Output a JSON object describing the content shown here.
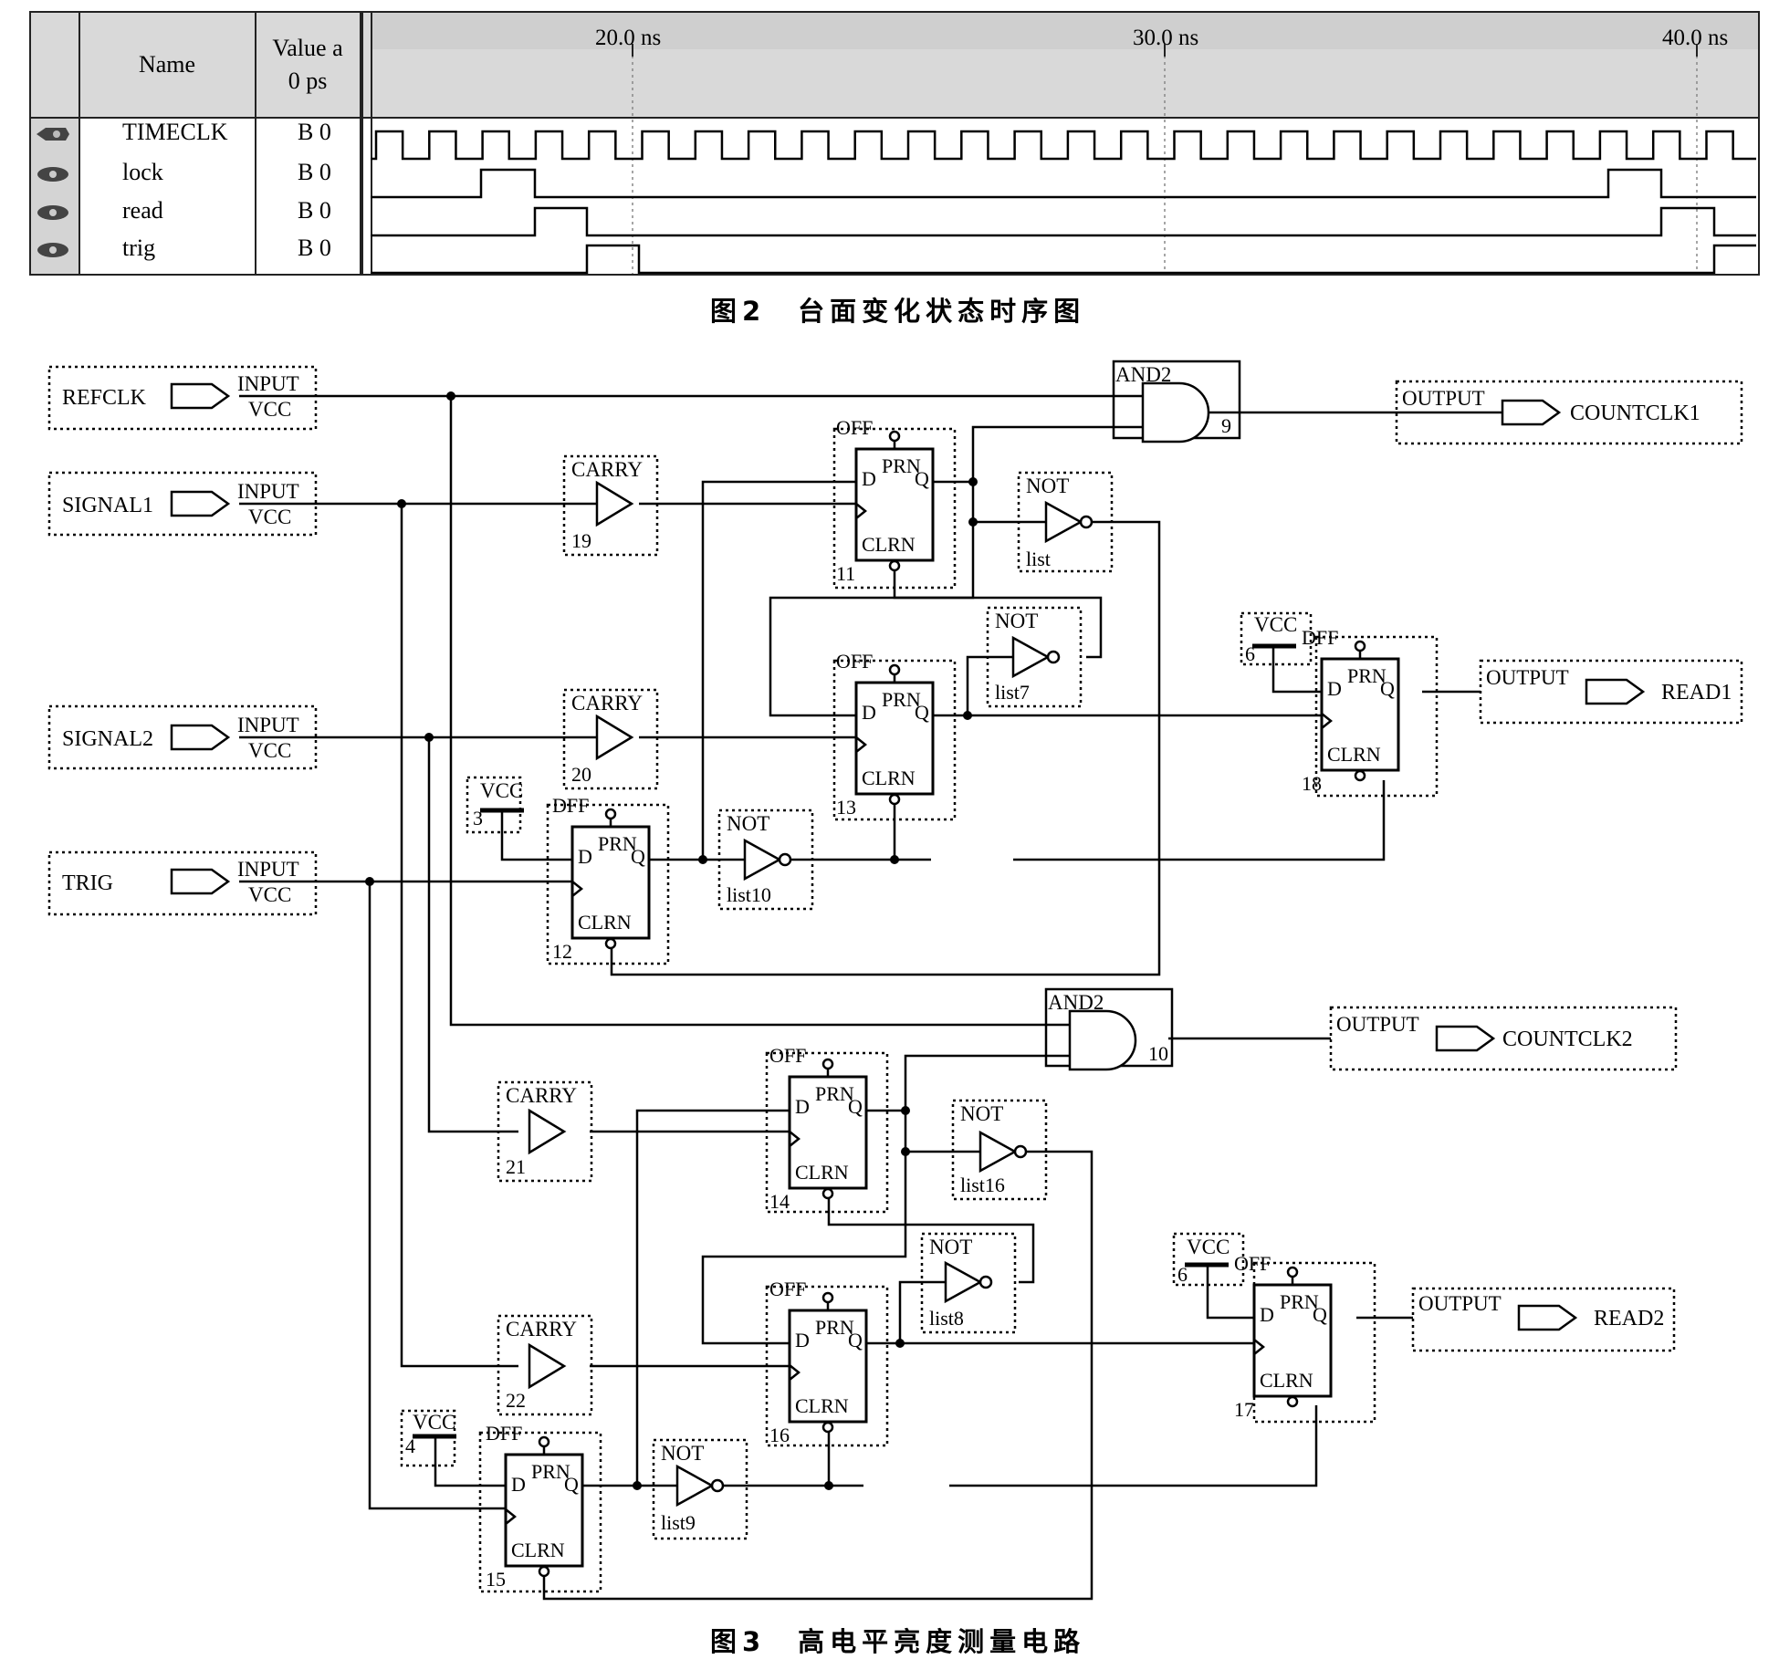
{
  "waveform": {
    "header": {
      "name": "Name",
      "value_line1": "Value a",
      "value_line2": "0 ps",
      "time_labels": [
        "20.0 ns",
        "30.0 ns",
        "40.0 ns"
      ]
    },
    "signals": [
      {
        "name": "TIMECLK",
        "value": "B 0"
      },
      {
        "name": "lock",
        "value": "B 0"
      },
      {
        "name": "read",
        "value": "B 0"
      },
      {
        "name": "trig",
        "value": "B 0"
      }
    ],
    "caption": "图2　台面变化状态时序图"
  },
  "schematic": {
    "caption": "图3　高电平亮度测量电路",
    "input_pins": [
      {
        "label": "REFCLK",
        "type": "INPUT",
        "sub": "VCC"
      },
      {
        "label": "SIGNAL1",
        "type": "INPUT",
        "sub": "VCC"
      },
      {
        "label": "SIGNAL2",
        "type": "INPUT",
        "sub": "VCC"
      },
      {
        "label": "TRIG",
        "type": "INPUT",
        "sub": "VCC"
      }
    ],
    "output_pins": [
      {
        "label": "COUNTCLK1",
        "type": "OUTPUT"
      },
      {
        "label": "READ1",
        "type": "OUTPUT"
      },
      {
        "label": "COUNTCLK2",
        "type": "OUTPUT"
      },
      {
        "label": "READ2",
        "type": "OUTPUT"
      }
    ],
    "and_gates": [
      {
        "type": "AND2",
        "id": "9"
      },
      {
        "type": "AND2",
        "id": "10"
      }
    ],
    "carry": [
      {
        "type": "CARRY",
        "id": "19"
      },
      {
        "type": "CARRY",
        "id": "20"
      },
      {
        "type": "CARRY",
        "id": "21"
      },
      {
        "type": "CARRY",
        "id": "22"
      }
    ],
    "not_gates": [
      {
        "type": "NOT",
        "id": "list"
      },
      {
        "type": "NOT",
        "id": "list7"
      },
      {
        "type": "NOT",
        "id": "list10"
      },
      {
        "type": "NOT",
        "id": "list16"
      },
      {
        "type": "NOT",
        "id": "list8"
      },
      {
        "type": "NOT",
        "id": "list9"
      }
    ],
    "vcc": [
      {
        "type": "VCC",
        "id": "3"
      },
      {
        "type": "VCC",
        "id": "6"
      },
      {
        "type": "VCC",
        "id": "4"
      },
      {
        "type": "VCC",
        "id": "6"
      }
    ],
    "flipflops": [
      {
        "type": "OFF",
        "id": "11",
        "d": "D",
        "prn": "PRN",
        "q": "Q",
        "clrn": "CLRN"
      },
      {
        "type": "OFF",
        "id": "13",
        "d": "D",
        "prn": "PRN",
        "q": "Q",
        "clrn": "CLRN"
      },
      {
        "type": "DFF",
        "id": "12",
        "d": "D",
        "prn": "PRN",
        "q": "Q",
        "clrn": "CLRN"
      },
      {
        "type": "DFF",
        "id": "18",
        "d": "D",
        "prn": "PRN",
        "q": "Q",
        "clrn": "CLRN"
      },
      {
        "type": "OFF",
        "id": "14",
        "d": "D",
        "prn": "PRN",
        "q": "Q",
        "clrn": "CLRN"
      },
      {
        "type": "OFF",
        "id": "16",
        "d": "D",
        "prn": "PRN",
        "q": "Q",
        "clrn": "CLRN"
      },
      {
        "type": "DFF",
        "id": "15",
        "d": "D",
        "prn": "PRN",
        "q": "Q",
        "clrn": "CLRN"
      },
      {
        "type": "OFF",
        "id": "17",
        "d": "D",
        "prn": "PRN",
        "q": "Q",
        "clrn": "CLRN"
      }
    ]
  }
}
